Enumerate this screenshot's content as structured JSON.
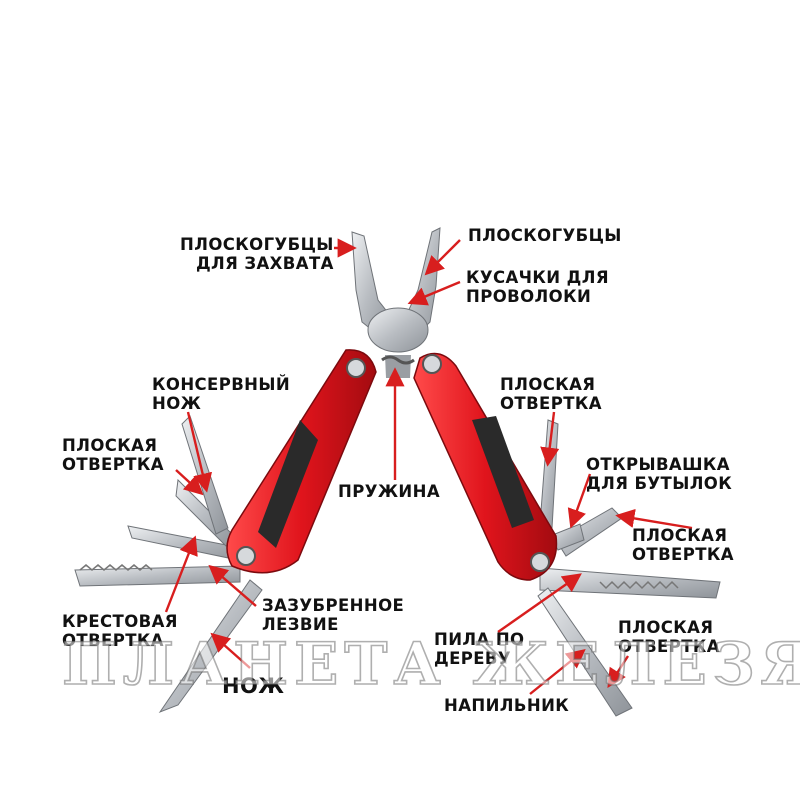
{
  "labels": {
    "pliers_grip": [
      "ПЛОСКОГУБЦЫ",
      "ДЛЯ ЗАХВАТА"
    ],
    "pliers": [
      "ПЛОСКОГУБЦЫ"
    ],
    "wire_cutters": [
      "КУСАЧКИ ДЛЯ",
      "ПРОВОЛОКИ"
    ],
    "can_opener": [
      "КОНСЕРВНЫЙ",
      "НОЖ"
    ],
    "flat_screwdriver_left": [
      "ПЛОСКАЯ",
      "ОТВЕРТКА"
    ],
    "flat_screwdriver_right_top": [
      "ПЛОСКАЯ",
      "ОТВЕРТКА"
    ],
    "spring": [
      "ПРУЖИНА"
    ],
    "bottle_opener": [
      "ОТКРЫВАШКА",
      "ДЛЯ БУТЫЛОК"
    ],
    "flat_screwdriver_right_mid": [
      "ПЛОСКАЯ",
      "ОТВЕРТКА"
    ],
    "phillips_screwdriver": [
      "КРЕСТОВАЯ",
      "ОТВЕРТКА"
    ],
    "serrated_blade": [
      "ЗАЗУБРЕННОЕ",
      "ЛЕЗВИЕ"
    ],
    "wood_saw": [
      "ПИЛА ПО",
      "ДЕРЕВУ"
    ],
    "flat_screwdriver_right_bottom": [
      "ПЛОСКАЯ",
      "ОТВЕРТКА"
    ],
    "knife": [
      "НОЖ"
    ],
    "file": [
      "НАПИЛЬНИК"
    ]
  },
  "watermark": "ПЛАНЕТА ЖЕЛЕЗЯКА",
  "colors": {
    "handle_red": "#e0141c",
    "handle_dark": "#2a2a2a",
    "steel": "#c9ccd0",
    "arrow_red": "#d81e1e",
    "text": "#111111"
  }
}
